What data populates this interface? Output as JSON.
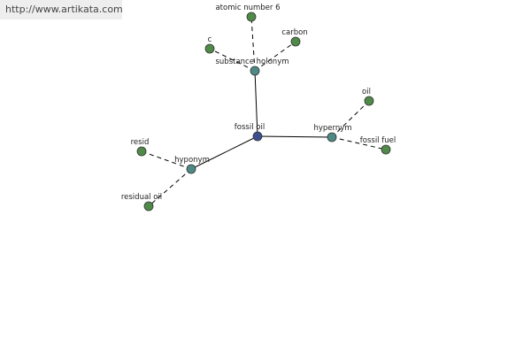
{
  "site": {
    "url_text": "http://www.artikata.com"
  },
  "colors": {
    "center_node": "#3d4f8f",
    "relation_node": "#4e8a85",
    "word_node": "#4f8a48"
  },
  "graph": {
    "center": {
      "label": "fossil oil"
    },
    "relations": [
      {
        "id": "substance-holonym",
        "label": "substance holonym",
        "words": [
          "atomic number 6",
          "c",
          "carbon"
        ]
      },
      {
        "id": "hypernym",
        "label": "hypernym",
        "words": [
          "oil",
          "fossil fuel"
        ]
      },
      {
        "id": "hyponym",
        "label": "hyponym",
        "words": [
          "resid",
          "residual oil"
        ]
      }
    ]
  }
}
